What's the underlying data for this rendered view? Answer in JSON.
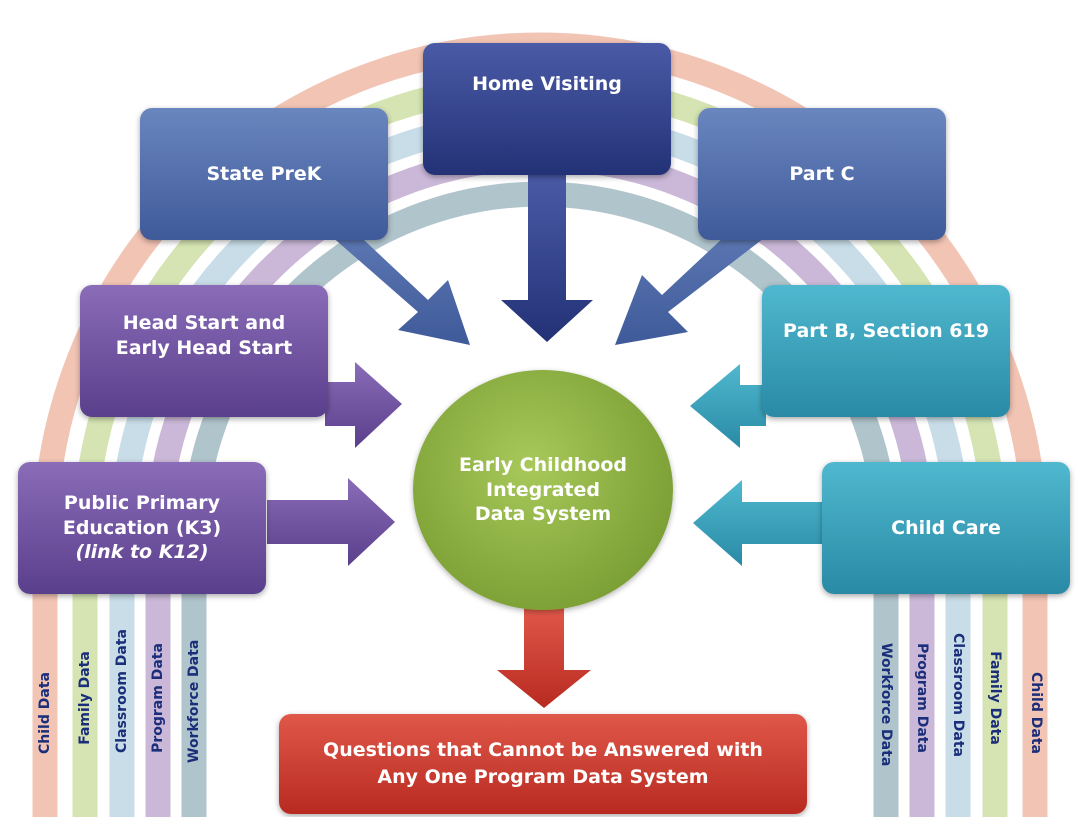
{
  "programs": {
    "home_visiting": "Home Visiting",
    "state_prek": "State PreK",
    "part_c": "Part C",
    "head_start_line1": "Head Start and",
    "head_start_line2": "Early Head Start",
    "part_b": "Part B, Section 619",
    "public_primary_line1": "Public Primary",
    "public_primary_line2": "Education (K3)",
    "public_primary_line3": "(link to K12)",
    "child_care": "Child Care"
  },
  "hub": {
    "line1": "Early Childhood",
    "line2": "Integrated",
    "line3": "Data System"
  },
  "output": {
    "line1": "Questions that Cannot be Answered with",
    "line2": "Any One Program Data System"
  },
  "data_bands": {
    "child": "Child Data",
    "family": "Family Data",
    "classroom": "Classroom Data",
    "program": "Program Data",
    "workforce": "Workforce Data"
  },
  "colors": {
    "band_child": "#f2c4b4",
    "band_family": "#d5e4b2",
    "band_classroom": "#c8dde8",
    "band_program": "#cbb8d8",
    "band_workforce": "#b0c4cc",
    "navy": "#2f3f8a",
    "steel_blue": "#4e6aa8",
    "purple": "#6a4c9c",
    "teal": "#2f9bb5",
    "green": "#8db03a",
    "red": "#d03a2c"
  }
}
